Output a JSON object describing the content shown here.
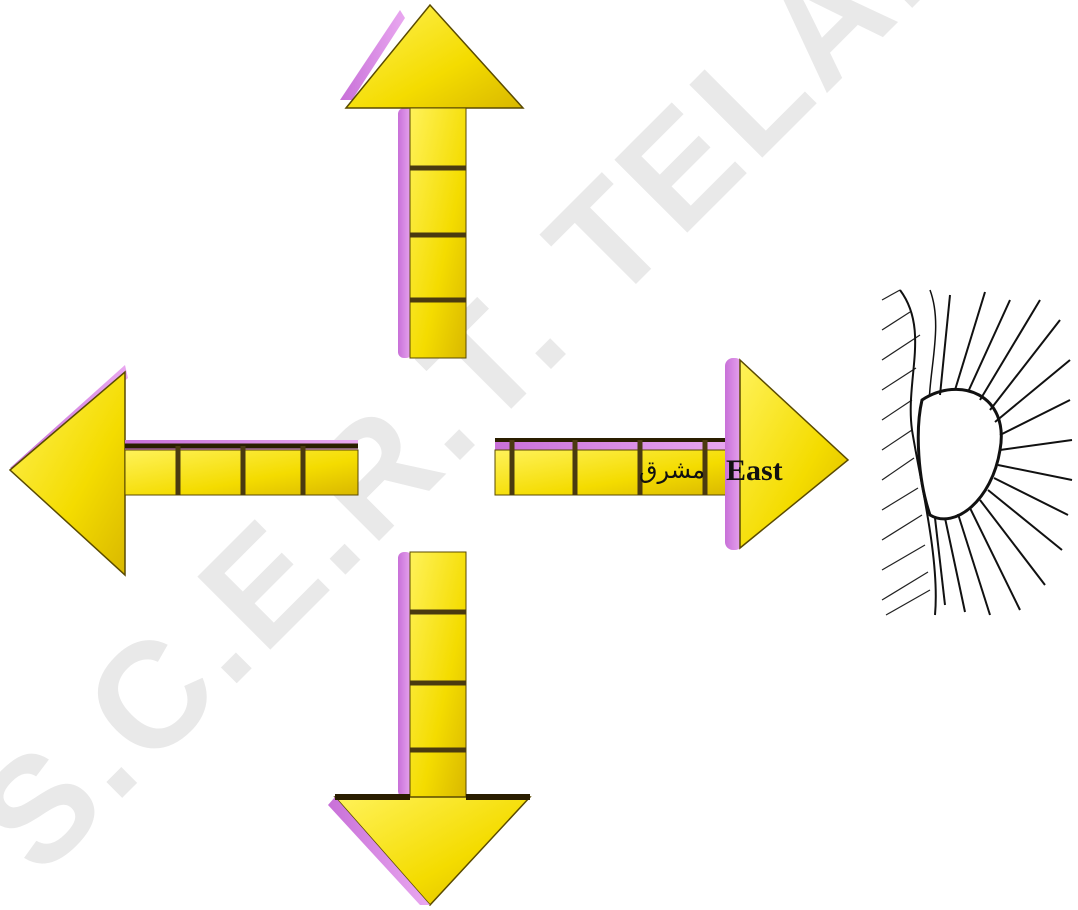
{
  "watermark": "S.C.E.R.T. TELANGANA",
  "labels": {
    "east_urdu": "مشرق",
    "east_english": "East"
  },
  "colors": {
    "arrow_fill": "#f5e100",
    "arrow_side": "#d98be6",
    "arrow_edge": "#3a2a00",
    "segment_line": "#4a3a10"
  },
  "icons": {
    "sun": "rising-sun-icon"
  }
}
